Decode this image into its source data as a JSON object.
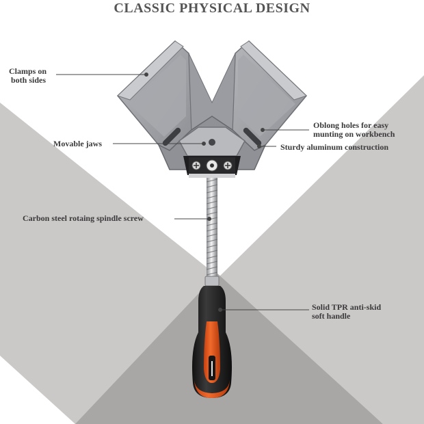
{
  "title": "CLASSIC PHYSICAL DESIGN",
  "annotations": {
    "clamps": [
      "Clamps on",
      "both sides"
    ],
    "jaws": [
      "Movable jaws"
    ],
    "holes": [
      "Oblong holes for easy",
      "munting on workbench"
    ],
    "aluminum": [
      "Sturdy aluminum construction"
    ],
    "screw": [
      "Carbon steel rotaing spindle screw"
    ],
    "handle": [
      "Solid TPR anti-skid",
      "soft handle"
    ]
  },
  "colors": {
    "background_light": "#ffffff",
    "background_gray": "#cbc8c8",
    "background_dark": "#a9a6a6",
    "clamp_body": "#9b9da2",
    "handle_black": "#1c1c1c",
    "handle_accent": "#e4541d",
    "leader_line": "#444444"
  }
}
